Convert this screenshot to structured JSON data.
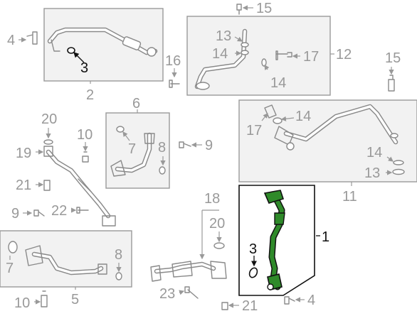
{
  "callouts": {
    "c1": "1",
    "c2": "2",
    "c3a": "3",
    "c3b": "3",
    "c4a": "4",
    "c4b": "4",
    "c5": "5",
    "c6": "6",
    "c7a": "7",
    "c7b": "7",
    "c8a": "8",
    "c8b": "8",
    "c9a": "9",
    "c9b": "9",
    "c10a": "10",
    "c10b": "10",
    "c11": "11",
    "c12": "12",
    "c13a": "13",
    "c13b": "13",
    "c14a": "14",
    "c14b": "14",
    "c14c": "14",
    "c14d": "14",
    "c15a": "15",
    "c15b": "15",
    "c16": "16",
    "c17a": "17",
    "c17b": "17",
    "c18": "18",
    "c20a": "20",
    "c20b": "20",
    "c19": "19",
    "c21a": "21",
    "c21b": "21",
    "c22": "22",
    "c23": "23"
  },
  "colors": {
    "highlight_part": "#2f8a2a",
    "highlight_outline": "#111111",
    "part_line": "#8a8a8a",
    "label_gray": "#999999",
    "box_fill": "#f2f2f2"
  }
}
